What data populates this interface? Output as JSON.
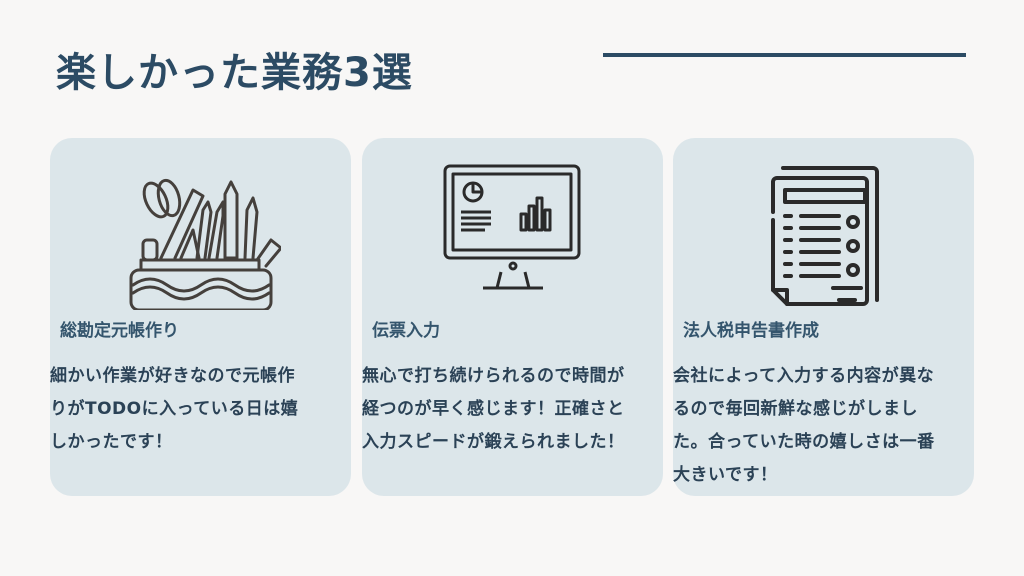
{
  "title": "楽しかった業務3選",
  "cards": [
    {
      "icon": "pencil-case-icon",
      "heading": "総勘定元帳作り",
      "lines": [
        "細かい作業が好きなので元帳作",
        "りがTODOに入っている日は嬉",
        "しかったです！"
      ]
    },
    {
      "icon": "computer-monitor-icon",
      "heading": "伝票入力",
      "lines": [
        "無心で打ち続けられるので時間が",
        "経つのが早く感じます！正確さと",
        "入力スピードが鍛えられました！"
      ]
    },
    {
      "icon": "document-icon",
      "heading": "法人税申告書作成",
      "lines": [
        "会社によって入力する内容が異な",
        "るので毎回新鮮な感じがしまし",
        "た。合っていた時の嬉しさは一番",
        "大きいです！"
      ]
    }
  ],
  "colors": {
    "accent": "#2c4b64",
    "card": "#dce6ea",
    "background": "#f8f7f6"
  }
}
